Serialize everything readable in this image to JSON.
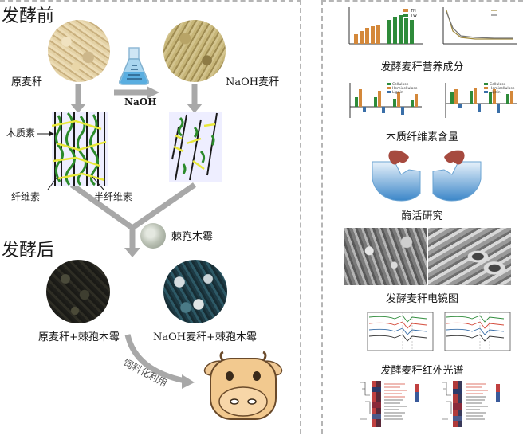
{
  "left_panel": {
    "title_before": "发酵前",
    "title_after": "发酵后",
    "raw_straw_label": "原麦秆",
    "naoh_straw_label": "NaOH麦秆",
    "naoh_arrow_label": "NaOH",
    "lignin_label": "木质素",
    "cellulose_label": "纤维素",
    "hemicellulose_label": "半纤维素",
    "fungus_label": "棘孢木霉",
    "raw_fungus_label": "原麦秆+棘孢木霉",
    "naoh_fungus_label": "NaOH麦秆+棘孢木霉",
    "feed_arrow_label": "饲料化利用",
    "colors": {
      "lignin": "#2b8a2b",
      "cellulose": "#1a1a1a",
      "hemicellulose": "#e8e83a",
      "arrow": "#a8a8a8"
    }
  },
  "right_panel": {
    "nutrition_caption": "发酵麦秆营养成分",
    "lignocellulose_caption": "木质纤维素含量",
    "enzyme_caption": "酶活研究",
    "sem_caption": "发酵麦秆电镜图",
    "ir_caption": "发酵麦秆红外光谱",
    "legend_tn": "TN",
    "legend_tw": "TW",
    "legend_cellulose": "Cellulose",
    "legend_hemicellulose": "Hemicellulose",
    "legend_lignin": "Lignin"
  }
}
